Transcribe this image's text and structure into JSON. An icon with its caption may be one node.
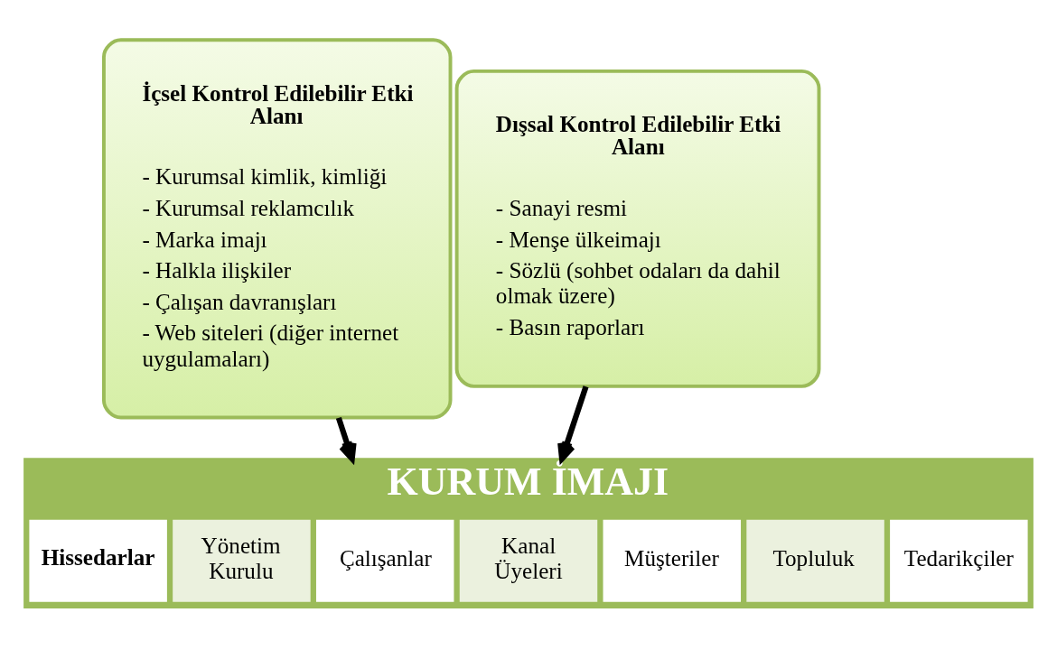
{
  "diagram": {
    "nodes": [
      {
        "text": [
          "İçsel Kontrol Edilebilir Etki Alanı",
          "- Kurumsal kimlik, kimliği",
          "- Kurumsal reklamcılık",
          "- Marka imajı",
          "- Halkla ilişkiler",
          "- Çalışan davranışları",
          "- Web siteleri (diğer internet uygulamaları)"
        ]
      },
      {
        "text": [
          "Dışsal Kontrol Edilebilir Etki Alanı",
          "- Sanayi resmi",
          "- Menşe ülkeimajı",
          "- Sözlü (sohbet odaları da dahil olmak üzere)",
          "- Basın raporları"
        ]
      },
      {
        "text": [
          "KURUM İMAJI"
        ]
      },
      {
        "text": [
          "Hissedarlar"
        ],
        "in": 2
      },
      {
        "text": [
          "Yönetim Kurulu"
        ],
        "in": 2
      },
      {
        "text": [
          "Çalışanlar"
        ],
        "in": 2
      },
      {
        "text": [
          "Kanal Üyeleri"
        ],
        "in": 2
      },
      {
        "text": [
          "Müşteriler"
        ],
        "in": 2
      },
      {
        "text": [
          "Topluluk"
        ],
        "in": 2
      },
      {
        "text": [
          "Tedarikçiler"
        ],
        "in": 2
      }
    ],
    "edges": [
      {
        "from": 0,
        "to": 2,
        "arrow": "to"
      },
      {
        "from": 1,
        "to": 2,
        "arrow": "to"
      }
    ]
  }
}
